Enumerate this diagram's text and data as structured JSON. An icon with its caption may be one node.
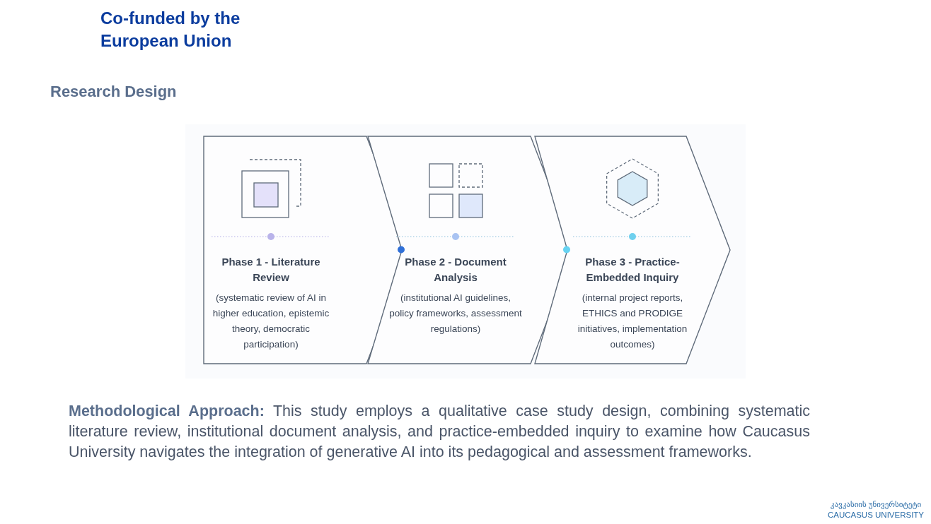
{
  "diagram": {
    "title": "Research Design",
    "nodes": [
      {
        "text": [
          "Phase 1 - Literature Review",
          "(systematic review of AI in higher education, epistemic theory, democratic participation)"
        ]
      },
      {
        "text": [
          "Phase 2 - Document Analysis",
          "(institutional AI guidelines, policy frameworks, assessment regulations)"
        ]
      },
      {
        "text": [
          "Phase 3 - Practice-Embedded Inquiry",
          "(internal project reports, ETHICS and PRODIGE initiatives, implementation outcomes)"
        ]
      }
    ],
    "labels": [
      "Co-funded by the European Union",
      "**Methodological Approach:** This study employs a qualitative case study design, combining systematic literature review, institutional document analysis, and practice-embedded inquiry to examine how Caucasus University navigates the integration of generative AI into its pedagogical and assessment frameworks.",
      "კავკასიის უნივერსიტეტი",
      "CAUCASUS UNIVERSITY"
    ]
  }
}
